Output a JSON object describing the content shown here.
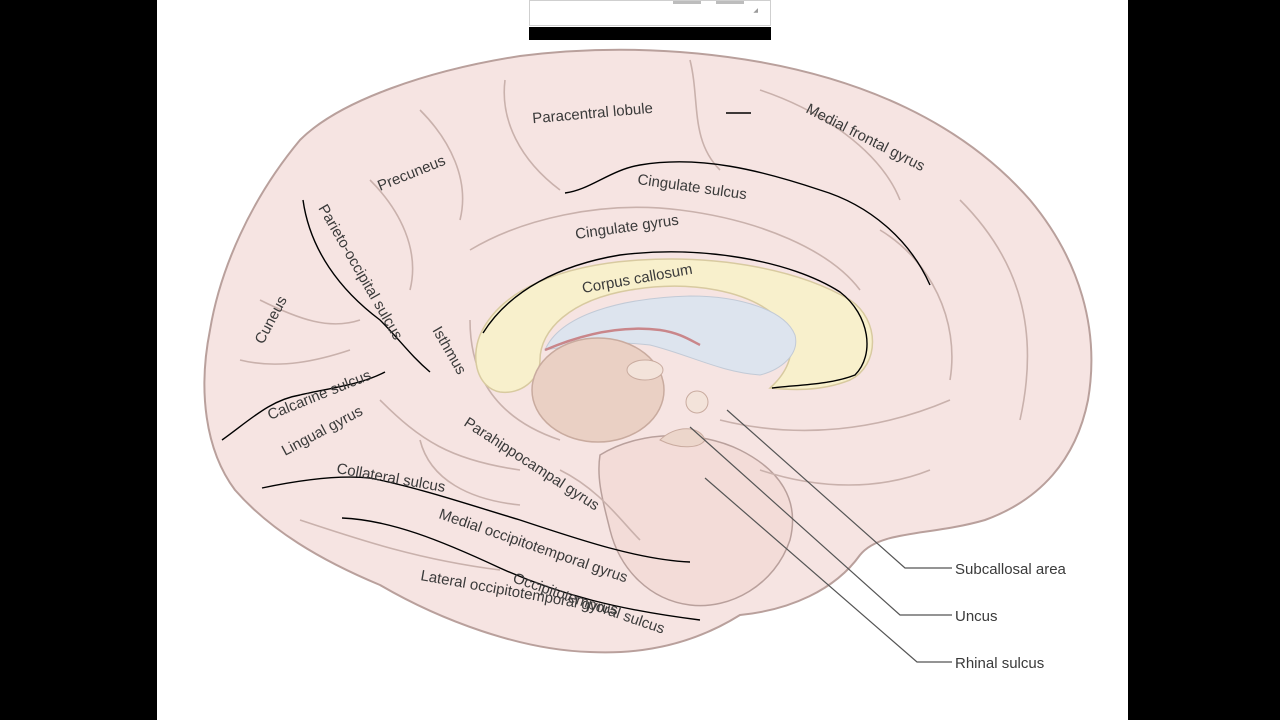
{
  "figure": {
    "labels": {
      "paracentral_lobule": "Paracentral lobule",
      "medial_frontal_gyrus": "Medial frontal gyrus",
      "precuneus": "Precuneus",
      "cingulate_sulcus": "Cingulate sulcus",
      "cingulate_gyrus": "Cingulate gyrus",
      "parieto_occipital_sulcus": "Parieto-occipital sulcus",
      "corpus_callosum": "Corpus callosum",
      "cuneus": "Cuneus",
      "isthmus": "Isthmus",
      "calcarine_sulcus": "Calcarine sulcus",
      "lingual_gyrus": "Lingual gyrus",
      "parahippocampal_gyrus": "Parahippocampal gyrus",
      "collateral_sulcus": "Collateral sulcus",
      "medial_occipitotemporal_gyrus": "Medial occipitotemporal gyrus",
      "occipitotemporal_sulcus": "Occipitotemporal sulcus",
      "lateral_occipitotemporal_gyrus": "Lateral occipitotemporal gyrus"
    },
    "callouts": {
      "subcallosal_area": "Subcallosal area",
      "uncus": "Uncus",
      "rhinal_sulcus": "Rhinal sulcus"
    }
  },
  "colors": {
    "cortex": "#f6e4e2",
    "outline": "#b9a09c",
    "corpus_callosum": "#f8f0cc",
    "ventricle": "#dde4ee",
    "thalamus": "#ead0c4",
    "annotation_ink": "#000000"
  }
}
